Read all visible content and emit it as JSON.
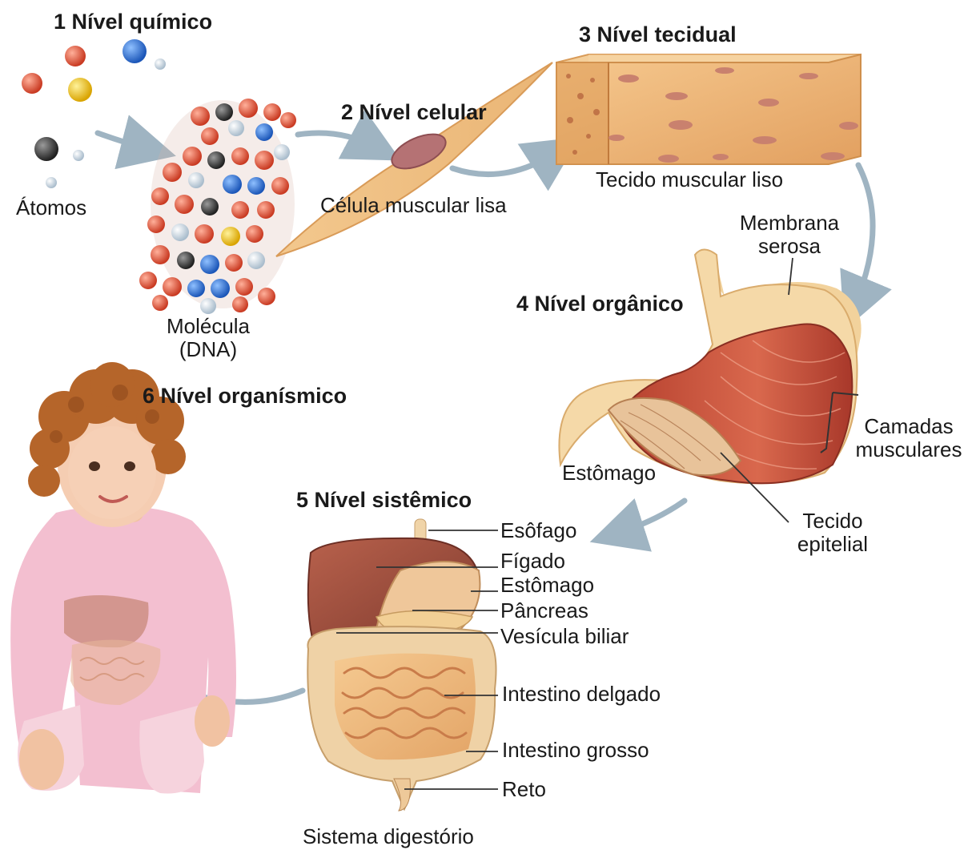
{
  "levels": {
    "chemical": "1 Nível químico",
    "cellular": "2 Nível celular",
    "tissue": "3 Nível tecidual",
    "organ": "4 Nível orgânico",
    "system": "5 Nível sistêmico",
    "organism": "6 Nível organísmico"
  },
  "chemical": {
    "atoms_label": "Átomos",
    "molecule_line1": "Molécula",
    "molecule_line2": "(DNA)"
  },
  "cellular": {
    "cell_label": "Célula muscular lisa"
  },
  "tissue": {
    "tissue_label": "Tecido muscular liso"
  },
  "organ": {
    "serosa_line1": "Membrana",
    "serosa_line2": "serosa",
    "muscle_line1": "Camadas",
    "muscle_line2": "musculares",
    "stomach": "Estômago",
    "epithelial_line1": "Tecido",
    "epithelial_line2": "epitelial"
  },
  "system": {
    "organs": [
      "Esôfago",
      "Fígado",
      "Estômago",
      "Pâncreas",
      "Vesícula biliar",
      "Intestino delgado",
      "Intestino grosso",
      "Reto"
    ],
    "caption": "Sistema digestório"
  },
  "colors": {
    "arrow": "#9fb4c2",
    "oxygen": "#e8553a",
    "carbon": "#4a4a4a",
    "nitrogen": "#2a6fd6",
    "hydrogen": "#c9d6e3",
    "tissue": "#efb877",
    "stomach": "#c8523a",
    "liver": "#9a4a3a",
    "intestine": "#f0c7a6",
    "shirt": "#f2b6c8",
    "hair": "#b5652a"
  }
}
